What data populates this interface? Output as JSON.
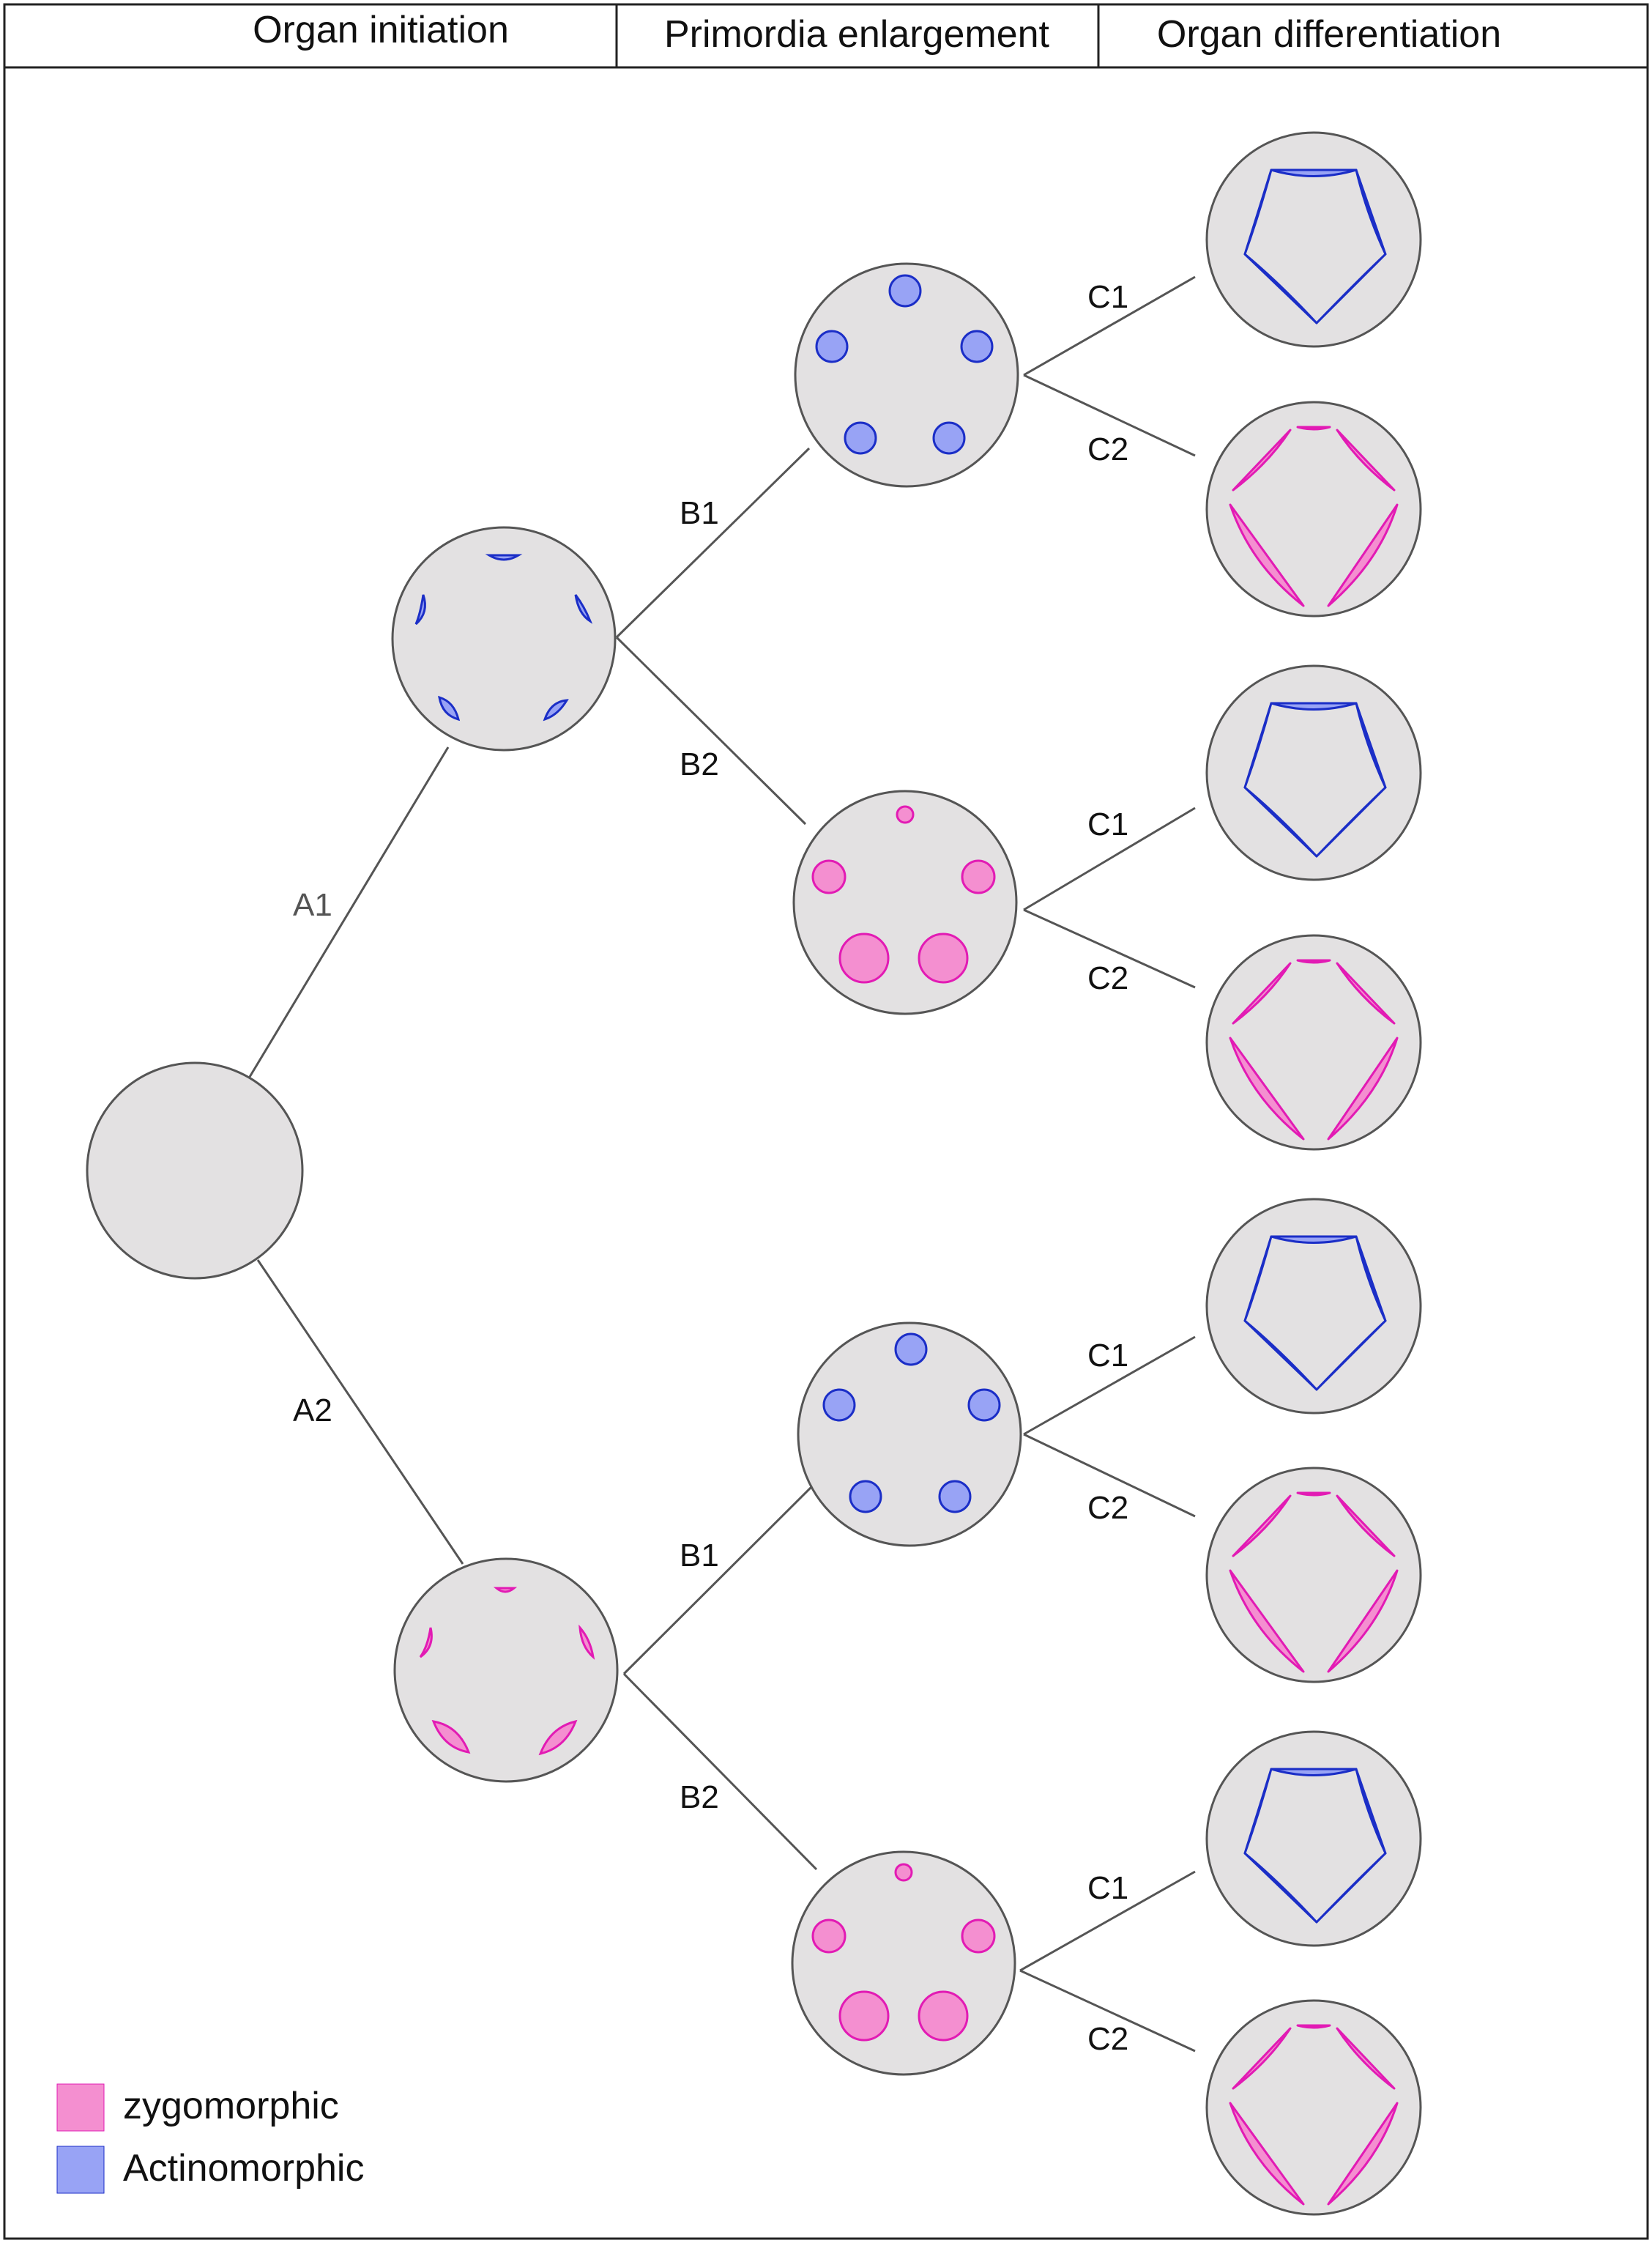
{
  "header": {
    "columns": [
      "Organ initiation",
      "Primordia enlargement",
      "Organ differentiation"
    ]
  },
  "labels": {
    "a1": "A1",
    "a2": "A2",
    "b1_top": "B1",
    "b2_top": "B2",
    "b1_bottom": "B1",
    "b2_bottom": "B2",
    "c1": "C1",
    "c2": "C2"
  },
  "legend": [
    {
      "label": "zygomorphic",
      "color": "#f48fd0"
    },
    {
      "label": "Actinomorphic",
      "color": "#98a3f5"
    }
  ],
  "colors": {
    "disc_fill": "#e3e1e2",
    "outline": "#555555",
    "zygomorphic_fill": "#f48fd0",
    "zygomorphic_stroke": "#e21bb4",
    "actinomorphic_fill": "#98a3f5",
    "actinomorphic_stroke": "#1b2ec7"
  }
}
